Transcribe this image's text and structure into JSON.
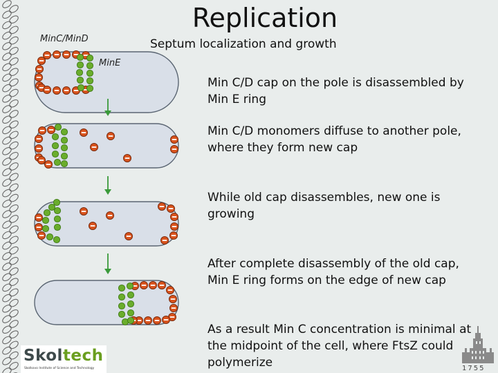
{
  "title": "Replication",
  "subtitle": "Septum localization and growth",
  "labels": {
    "minc_mind": "MinC/MinD",
    "mine": "MinE"
  },
  "steps": [
    "Min C/D cap on the pole is disassembled by Min E ring",
    "Min C/D monomers diffuse to another pole, where they form new cap",
    "While old cap disassembles, new one is growing",
    "After complete disassembly of the old cap, Min E ring forms on the edge of new cap",
    "As a result Min C concentration is minimal at the midpoint of the cell, where FtsZ could polymerize"
  ],
  "logo": {
    "brand_part1": "Skol",
    "brand_part2": "tech",
    "tagline": "Skolkovo Institute of Science and Technology"
  },
  "year": "1755",
  "colors": {
    "minc": "#d9541e",
    "mine": "#6aad2c",
    "cell_fill": "#d9dfe8",
    "arrow": "#3a9a3a",
    "brand_green": "#6a9e1f"
  }
}
